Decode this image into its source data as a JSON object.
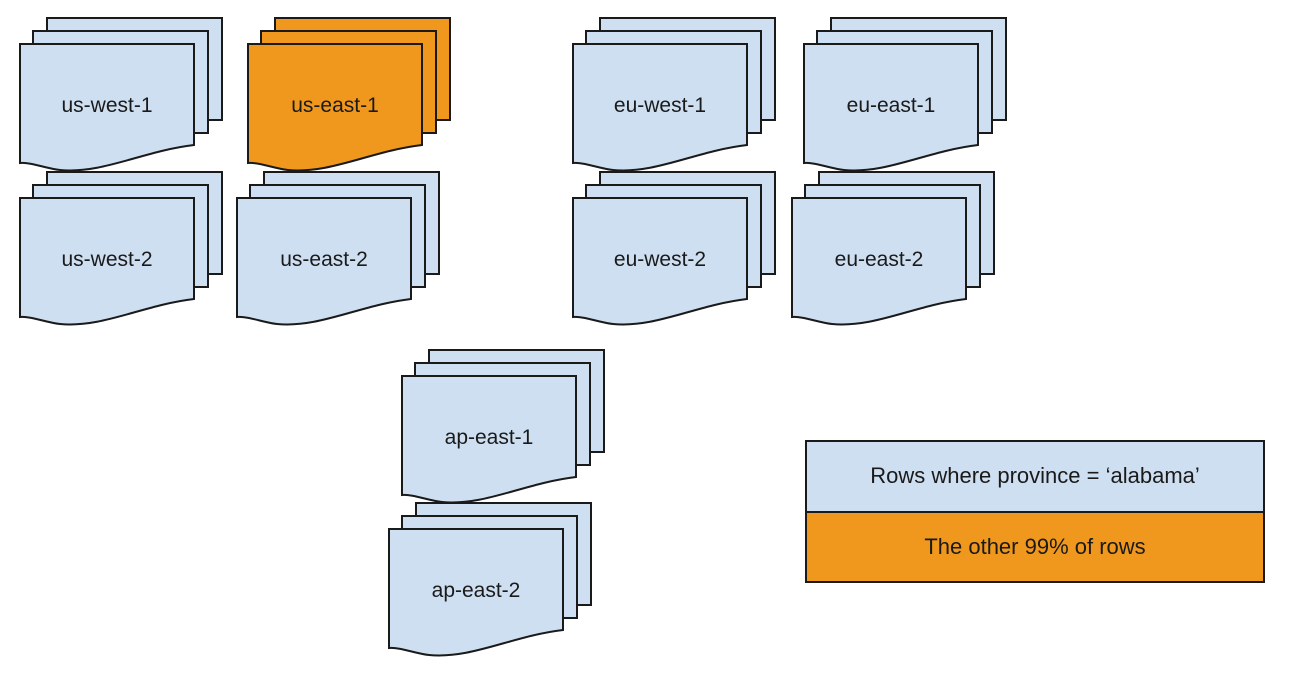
{
  "colors": {
    "doc_blue": "#cfdff2",
    "doc_orange": "#f0981e",
    "stroke": "#1a1a1a",
    "text": "#1a1a1a",
    "background": "#ffffff"
  },
  "regions": [
    {
      "id": "us-west-1",
      "label": "us-west-1",
      "variant": "blue"
    },
    {
      "id": "us-east-1",
      "label": "us-east-1",
      "variant": "orange"
    },
    {
      "id": "eu-west-1",
      "label": "eu-west-1",
      "variant": "blue"
    },
    {
      "id": "eu-east-1",
      "label": "eu-east-1",
      "variant": "blue"
    },
    {
      "id": "us-west-2",
      "label": "us-west-2",
      "variant": "blue"
    },
    {
      "id": "us-east-2",
      "label": "us-east-2",
      "variant": "blue"
    },
    {
      "id": "eu-west-2",
      "label": "eu-west-2",
      "variant": "blue"
    },
    {
      "id": "eu-east-2",
      "label": "eu-east-2",
      "variant": "blue"
    },
    {
      "id": "ap-east-1",
      "label": "ap-east-1",
      "variant": "blue"
    },
    {
      "id": "ap-east-2",
      "label": "ap-east-2",
      "variant": "blue"
    }
  ],
  "legend": {
    "items": [
      {
        "label": "Rows where province = ‘alabama’",
        "variant": "blue"
      },
      {
        "label": "The other 99% of rows",
        "variant": "orange"
      }
    ]
  }
}
